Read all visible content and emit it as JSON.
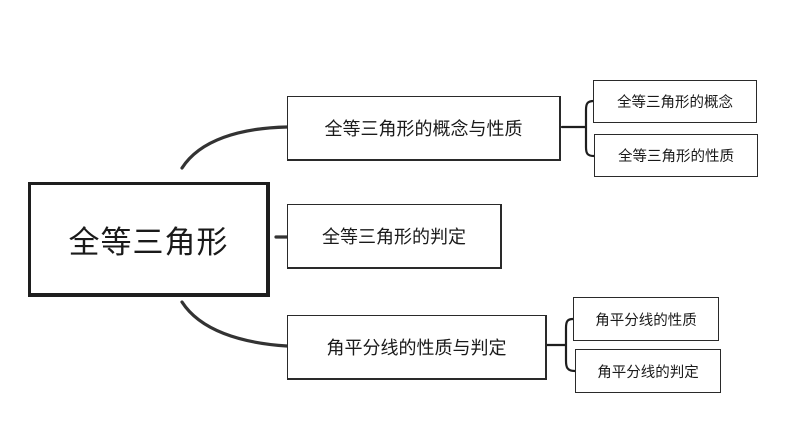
{
  "mindmap": {
    "root": "全等三角形",
    "branches": [
      {
        "label": "全等三角形的概念与性质",
        "children": [
          "全等三角形的概念",
          "全等三角形的性质"
        ]
      },
      {
        "label": "全等三角形的判定",
        "children": []
      },
      {
        "label": "角平分线的性质与判定",
        "children": [
          "角平分线的性质",
          "角平分线的判定"
        ]
      }
    ]
  },
  "colors": {
    "stroke": "#1e1e1e",
    "connector": "#333333",
    "background": "#ffffff"
  }
}
